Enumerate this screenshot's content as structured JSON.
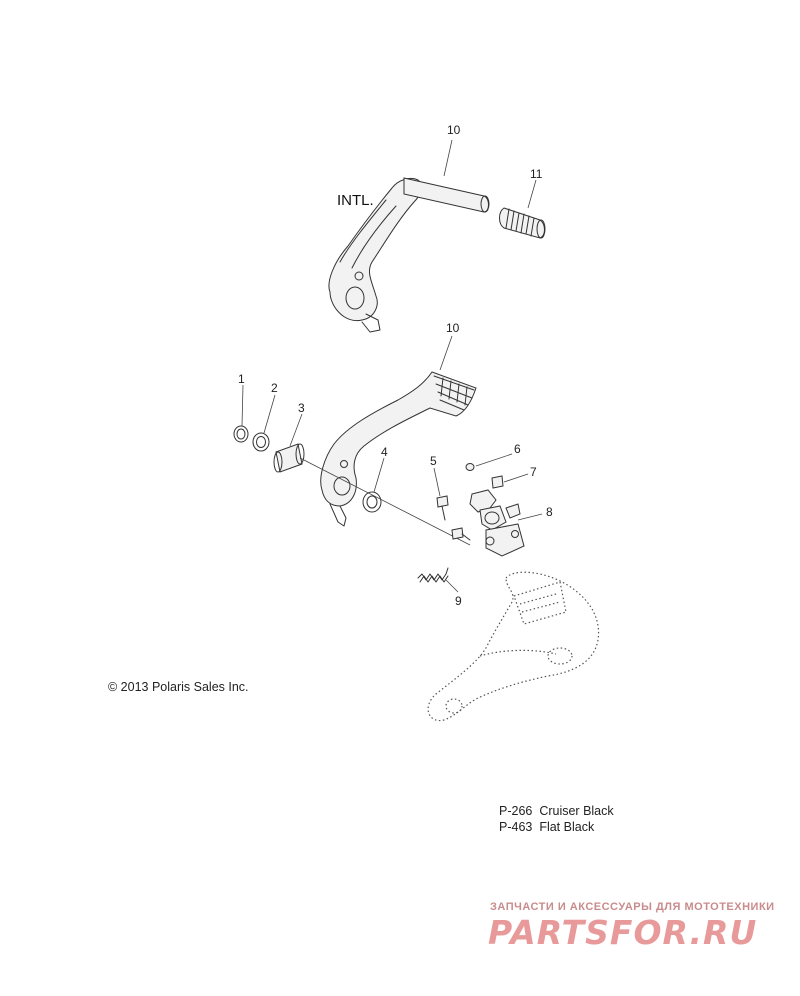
{
  "callouts": {
    "c1": "1",
    "c2": "2",
    "c3": "3",
    "c4": "4",
    "c5": "5",
    "c6": "6",
    "c7": "7",
    "c8": "8",
    "c9": "9",
    "c10_top": "10",
    "c10_mid": "10",
    "c11": "11"
  },
  "intl_label": "INTL.",
  "copyright": "© 2013 Polaris Sales Inc.",
  "paint_codes": [
    {
      "code": "P-266",
      "name": "Cruiser Black"
    },
    {
      "code": "P-463",
      "name": "Flat Black"
    }
  ],
  "watermark": {
    "tagline": "ЗАПЧАСТИ И АКСЕССУАРЫ ДЛЯ МОТОТЕХНИКИ",
    "logo": "PARTSFOR.RU"
  }
}
